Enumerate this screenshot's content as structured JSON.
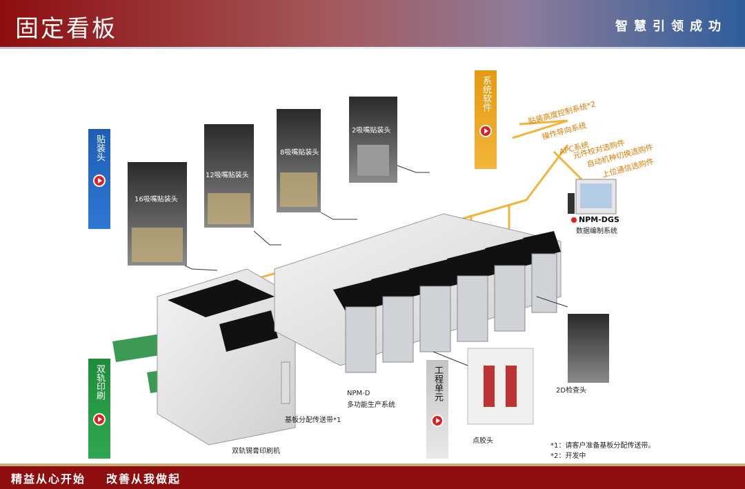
{
  "header": {
    "title": "固定看板",
    "slogan": "智慧引领成功"
  },
  "footer": {
    "left": "精益从心开始",
    "right": "改善从我做起"
  },
  "tabs": {
    "heads": "贴装头",
    "printing": "双轨印刷",
    "software": "系统软件",
    "unit": "工程单元"
  },
  "heads": {
    "h16": "16吸嘴贴装头",
    "h12": "12吸嘴贴装头",
    "h8": "8吸嘴贴装头",
    "h2": "2吸嘴贴装头"
  },
  "software": {
    "items": [
      "贴装高度控制系统*2",
      "操作导向系统",
      "APC系统",
      "元件校对选购件",
      "自动机种切换选购件",
      "上位通信选购件"
    ],
    "dgs_name": "NPM-DGS",
    "dgs_desc": "数据编制系统"
  },
  "machine": {
    "npm_name": "NPM-D",
    "npm_desc": "多功能生产系统",
    "conveyor": "基板分配传送带*1",
    "printer": "双轨锡膏印刷机",
    "dispense": "点胶头",
    "inspect": "2D检查头"
  },
  "notes": {
    "n1": "*1：请客户准备基板分配传送带。",
    "n2": "*2：开发中"
  },
  "colors": {
    "header_red": "#8e0e0f",
    "header_blue": "#2f5e9b",
    "tab_blue": "#1e5fb4",
    "tab_green": "#1d8d3b",
    "tab_orange": "#e59a10",
    "connector": "#f0b43a"
  }
}
